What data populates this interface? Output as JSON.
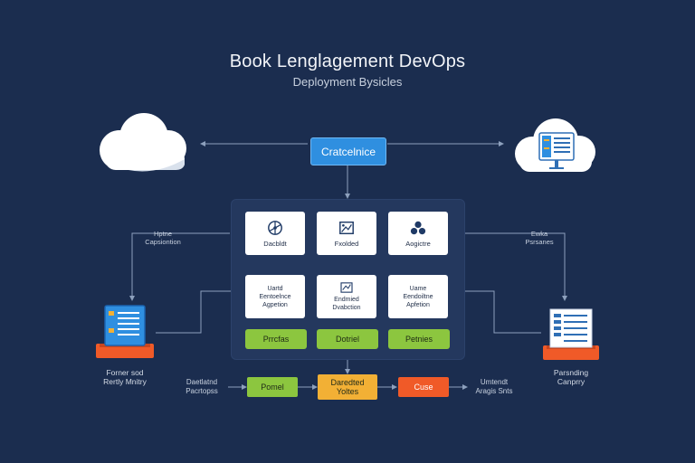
{
  "header": {
    "title": "Book Lenglagement DevOps",
    "subtitle": "Deployment Bysicles"
  },
  "top_box": {
    "label": "Cratcelnice"
  },
  "cards_row1": [
    {
      "label": "Dacbldt",
      "icon": "steering-wheel-icon"
    },
    {
      "label": "Fxolded",
      "icon": "image-frame-icon"
    },
    {
      "label": "Aogictre",
      "icon": "network-nodes-icon"
    }
  ],
  "cards_row2": [
    {
      "line1": "Uartd",
      "line2": "Eentoelnce",
      "line3": "Agpetion"
    },
    {
      "line1": "Endmied",
      "line2": "Dvabction",
      "line3": ""
    },
    {
      "line1": "Uame",
      "line2": "Eendoiltne",
      "line3": "Apfetion"
    }
  ],
  "green_buttons": [
    "Prrcfas",
    "Dotriel",
    "Petnies"
  ],
  "side_labels": {
    "left_top": {
      "line1": "Hptne",
      "line2": "Capsiontion"
    },
    "right_top": {
      "line1": "Ewka",
      "line2": "Psrsanes"
    }
  },
  "left_device_caption": {
    "line1": "Forner sod",
    "line2": "Rertly Mnitry"
  },
  "right_device_caption": {
    "line1": "Parsnding",
    "line2": "Canprry"
  },
  "bottom_flow": {
    "left_label": {
      "line1": "Daetlatnd",
      "line2": "Pacrtopss"
    },
    "green": "Pomel",
    "orange": {
      "line1": "Daredted",
      "line2": "Yoltes"
    },
    "red": "Cuse",
    "right_label": {
      "line1": "Umtendt",
      "line2": "Aragis Snts"
    }
  },
  "colors": {
    "background": "#1b2d4f",
    "accent_blue": "#2f8fe0",
    "green": "#8cc63f",
    "orange": "#f2b035",
    "red": "#f05a28",
    "arrow_red": "#e35a3a"
  }
}
